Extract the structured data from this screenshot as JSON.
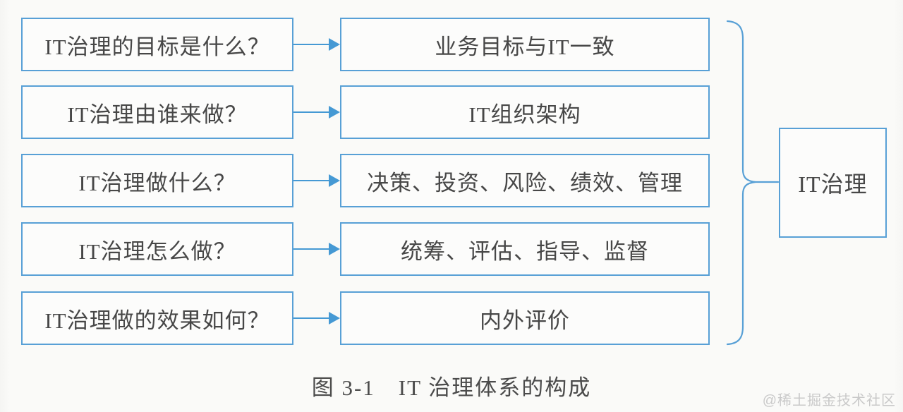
{
  "diagram": {
    "rows": [
      {
        "question": "IT治理的目标是什么？",
        "answer": "业务目标与IT一致"
      },
      {
        "question": "IT治理由谁来做？",
        "answer": "IT组织架构"
      },
      {
        "question": "IT治理做什么？",
        "answer": "决策、投资、风险、绩效、管理"
      },
      {
        "question": "IT治理怎么做？",
        "answer": "统筹、评估、指导、监督"
      },
      {
        "question": "IT治理做的效果如何？",
        "answer": "内外评价"
      }
    ],
    "result_label": "IT治理",
    "caption": "图 3-1　IT 治理体系的构成",
    "watermark": "@稀土掘金技术社区",
    "colors": {
      "box_border": "#58a0d6",
      "arrow": "#4599d4",
      "brace": "#58a0d6",
      "text": "#474747",
      "watermark": "#c9c9c9",
      "background": "#fafaf8"
    }
  }
}
